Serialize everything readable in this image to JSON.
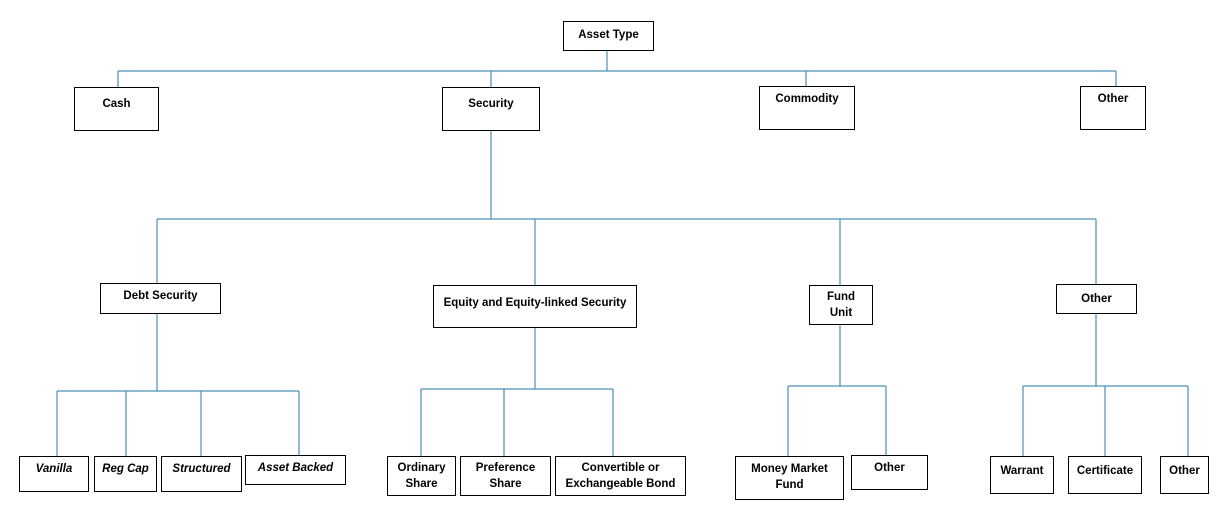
{
  "colors": {
    "connector": "#4a90b8",
    "box_border": "#000000",
    "text": "#000000"
  },
  "nodes": {
    "root": "Asset Type",
    "cash": "Cash",
    "security": "Security",
    "commodity": "Commodity",
    "other_top": "Other",
    "debt_security": "Debt Security",
    "equity": "Equity and Equity-linked Security",
    "fund_unit": "Fund\nUnit",
    "other_mid": "Other",
    "vanilla": "Vanilla",
    "reg_cap": "Reg Cap",
    "structured": "Structured",
    "asset_backed": "Asset Backed",
    "ordinary_share": "Ordinary\nShare",
    "preference_share": "Preference\nShare",
    "convertible_bond": "Convertible or\nExchangeable Bond",
    "money_market_fund": "Money Market\nFund",
    "other_fund": "Other",
    "warrant": "Warrant",
    "certificate": "Certificate",
    "other_bottom": "Other"
  }
}
